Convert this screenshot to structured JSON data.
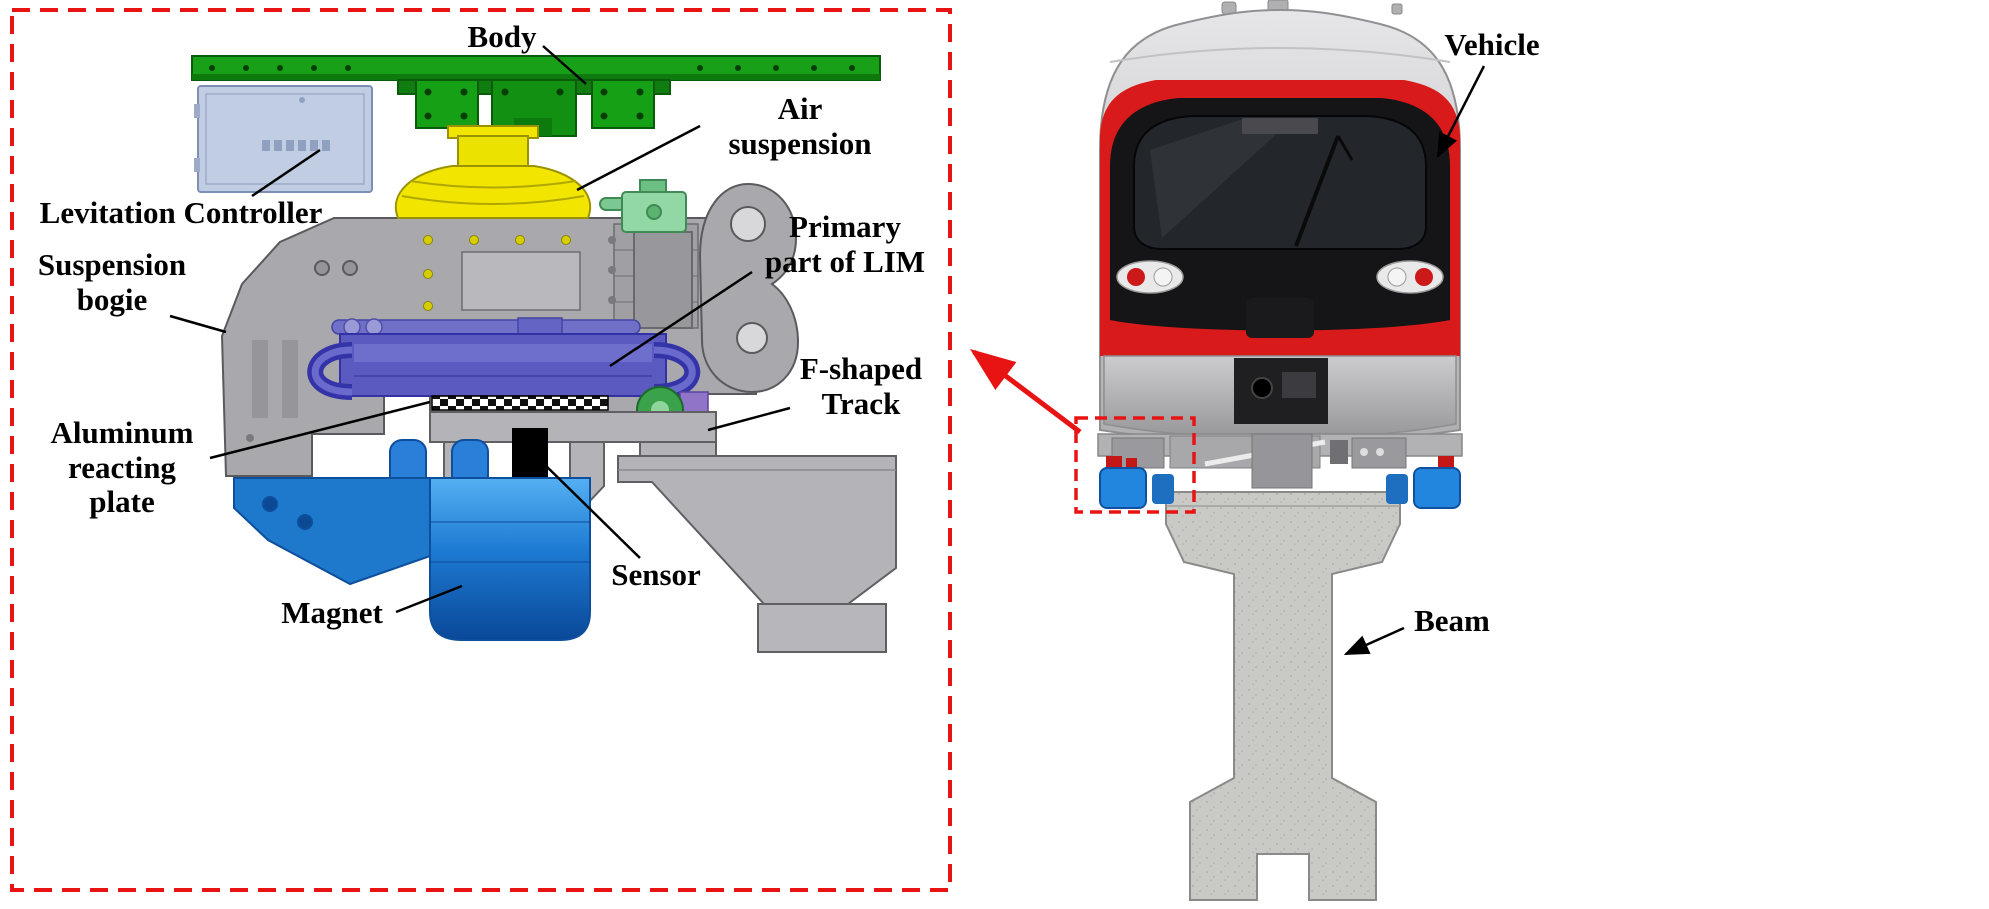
{
  "figure": {
    "type": "maglev-vehicle-suspension-diagram",
    "detail_panel": {
      "labels": {
        "body": "Body",
        "air_suspension": "Air\nsuspension",
        "levitation_controller": "Levitation Controller",
        "suspension_bogie": "Suspension\nbogie",
        "primary_lim": "Primary\npart of LIM",
        "f_shaped_track": "F-shaped\nTrack",
        "aluminum_plate": "Aluminum\nreacting\nplate",
        "sensor": "Sensor",
        "magnet": "Magnet"
      }
    },
    "vehicle_panel": {
      "labels": {
        "vehicle": "Vehicle",
        "beam": "Beam"
      }
    },
    "palette": {
      "accent_red": "#e81414",
      "body_green": "#18a018",
      "suspension_yellow": "#f2e600",
      "controller_blue": "#c1cde3",
      "bogie_gray": "#a9a9ad",
      "lim_purple": "#5a5ac0",
      "magnet_blue": "#1e78cc",
      "track_gray": "#b4b4b8",
      "train_red": "#d91a1a"
    }
  }
}
